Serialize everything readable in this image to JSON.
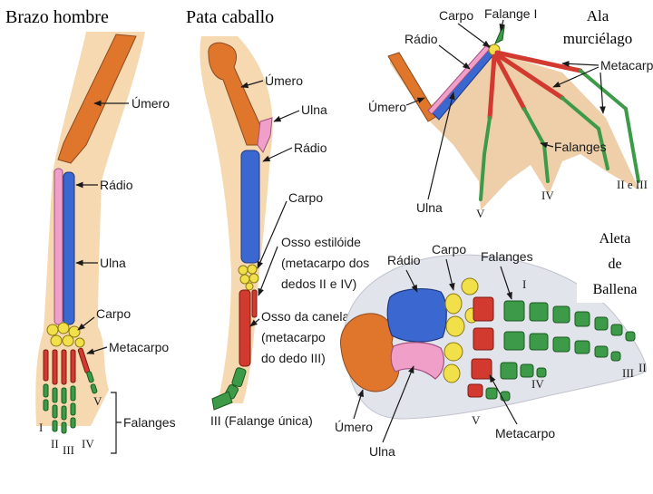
{
  "panels": {
    "human": {
      "title": "Brazo hombre",
      "labels": {
        "humerus": "Úmero",
        "radius": "Rádio",
        "ulna": "Ulna",
        "carpus": "Carpo",
        "metacarpus": "Metacarpo",
        "phalanges": "Falanges"
      },
      "digits": [
        "I",
        "II",
        "III",
        "IV",
        "V"
      ]
    },
    "horse": {
      "title": "Pata caballo",
      "labels": {
        "humerus": "Úmero",
        "ulna": "Ulna",
        "radius": "Rádio",
        "carpus": "Carpo",
        "styloid_1": "Osso estilóide",
        "styloid_2": "(metacarpo dos",
        "styloid_3": "dedos II e IV)",
        "cannon_1": "Osso da canela",
        "cannon_2": "(metacarpo",
        "cannon_3": "do dedo III)",
        "phalanx": "III (Falange única)"
      }
    },
    "bat": {
      "title_line1": "Ala",
      "title_line2": "murciélago",
      "labels": {
        "carpus": "Carpo",
        "phalanx_1": "Falange I",
        "radius": "Rádio",
        "metacarpus": "Metacarpo",
        "humerus": "Úmero",
        "phalanges": "Falanges",
        "ulna": "Ulna"
      },
      "digits": {
        "v": "V",
        "iv": "IV",
        "ii_iii": "II e III"
      }
    },
    "whale": {
      "title_line1": "Aleta",
      "title_line2": "de",
      "title_line3": "Ballena",
      "labels": {
        "radius": "Rádio",
        "carpus": "Carpo",
        "phalanges": "Falanges",
        "humerus": "Úmero",
        "ulna": "Ulna",
        "metacarpus": "Metacarpo"
      },
      "digits": {
        "i": "I",
        "ii": "II",
        "iii": "III",
        "iv": "IV",
        "v": "V"
      }
    }
  },
  "colors": {
    "humerus": "#e0762c",
    "radius": "#3a68d0",
    "ulna": "#f0a0c8",
    "carpus": "#f2e04a",
    "metacarpus": "#d23a30",
    "phalanges": "#3c9a48",
    "skin": "#f6d9b0",
    "membrane": "#eccaa0"
  }
}
